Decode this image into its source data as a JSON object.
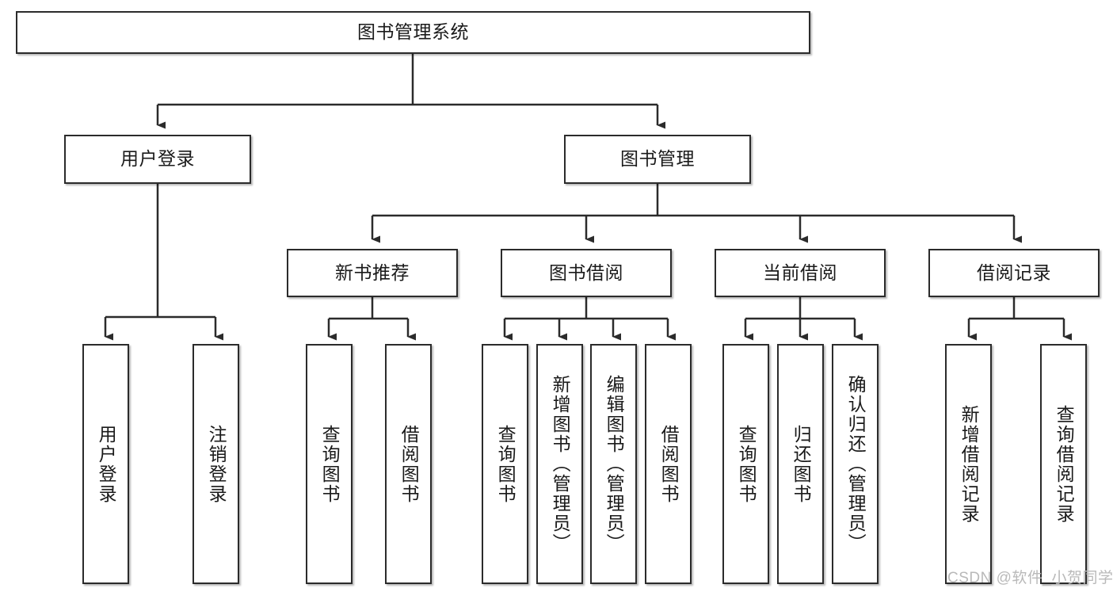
{
  "diagram": {
    "title": "图书管理系统",
    "type": "tree-hierarchy",
    "watermark": "CSDN @软件_小贺同学",
    "colors": {
      "box_border": "#2b2b2b",
      "box_fill": "#ffffff",
      "connector": "#2b2b2b",
      "text": "#1a1a1a",
      "watermark": "#b9b9b9",
      "background": "#ffffff"
    },
    "nodes": {
      "root": {
        "label": "图书管理系统"
      },
      "level2": [
        {
          "id": "user-login",
          "label": "用户登录"
        },
        {
          "id": "book-manage",
          "label": "图书管理"
        }
      ],
      "level3": [
        {
          "id": "new-book-recommend",
          "label": "新书推荐"
        },
        {
          "id": "book-borrow",
          "label": "图书借阅"
        },
        {
          "id": "current-borrow",
          "label": "当前借阅"
        },
        {
          "id": "borrow-record",
          "label": "借阅记录"
        }
      ],
      "leaves": {
        "user-login": [
          {
            "id": "leaf-user-login",
            "label": "用户登录"
          },
          {
            "id": "leaf-user-logout",
            "label": "注销登录"
          }
        ],
        "new-book-recommend": [
          {
            "id": "leaf-query-book-1",
            "label": "查询图书"
          },
          {
            "id": "leaf-borrow-book-1",
            "label": "借阅图书"
          }
        ],
        "book-borrow": [
          {
            "id": "leaf-query-book-2",
            "label": "查询图书"
          },
          {
            "id": "leaf-add-book",
            "label": "新增图书（管理员）"
          },
          {
            "id": "leaf-edit-book",
            "label": "编辑图书（管理员）"
          },
          {
            "id": "leaf-borrow-book-2",
            "label": "借阅图书"
          }
        ],
        "current-borrow": [
          {
            "id": "leaf-query-book-3",
            "label": "查询图书"
          },
          {
            "id": "leaf-return-book",
            "label": "归还图书"
          },
          {
            "id": "leaf-confirm-return",
            "label": "确认归还（管理员）"
          }
        ],
        "borrow-record": [
          {
            "id": "leaf-add-record",
            "label": "新增借阅记录"
          },
          {
            "id": "leaf-query-record",
            "label": "查询借阅记录"
          }
        ]
      }
    }
  }
}
